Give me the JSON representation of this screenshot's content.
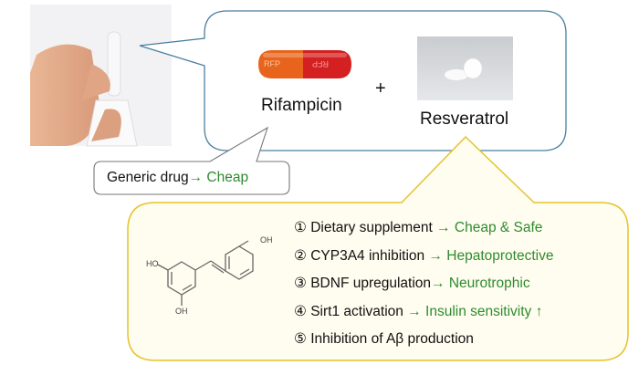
{
  "photo": {
    "icon": "nasal-spray-photo"
  },
  "drugs": {
    "rifampicin": {
      "label": "Rifampicin",
      "capsule_text": "RFP"
    },
    "plus": "+",
    "resveratrol": {
      "label": "Resveratrol",
      "icon": "tablet-photo"
    }
  },
  "generic_note": {
    "text": "Generic drug",
    "arrow": "→",
    "result": "Cheap"
  },
  "molecule": {
    "oh_top": "OH",
    "oh_left": "HO",
    "oh_bottom": "OH"
  },
  "benefits": [
    {
      "num": "①",
      "text": "Dietary supplement",
      "arrow": "→",
      "result": "Cheap & Safe"
    },
    {
      "num": "②",
      "text": "CYP3A4 inhibition",
      "arrow": "→",
      "result": "Hepatoprotective"
    },
    {
      "num": "③",
      "text": "BDNF upregulation",
      "arrow": "→",
      "result": "Neurotrophic"
    },
    {
      "num": "④",
      "text": "Sirt1 activation",
      "arrow": "→",
      "result": "Insulin sensitivity ↑"
    },
    {
      "num": "⑤",
      "text": "Inhibition of Aβ production",
      "arrow": "",
      "result": ""
    }
  ],
  "colors": {
    "blue_border": "#4a7fa0",
    "yellow_border": "#e6c229",
    "yellow_fill": "#fffdf0",
    "green": "#2e8b2e"
  }
}
